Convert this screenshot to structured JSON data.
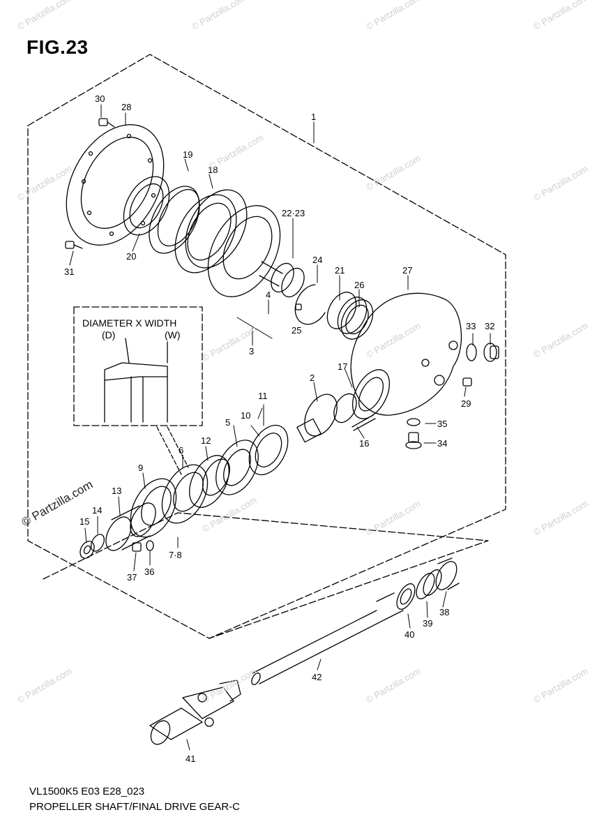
{
  "figure": {
    "title": "FIG.23",
    "code": "VL1500K5 E03 E28_023",
    "caption": "PROPELLER SHAFT/FINAL DRIVE GEAR-C"
  },
  "inset": {
    "label": "DIAMETER X WIDTH",
    "d_label": "(D)",
    "w_label": "(W)"
  },
  "watermark": {
    "text": "© Partzilla.com"
  },
  "callouts": [
    "1",
    "2",
    "3",
    "4",
    "5",
    "6",
    "7·8",
    "9",
    "10",
    "11",
    "12",
    "13",
    "14",
    "15",
    "16",
    "17",
    "18",
    "19",
    "20",
    "21",
    "22·23",
    "24",
    "25",
    "26",
    "27",
    "28",
    "29",
    "30",
    "31",
    "32",
    "33",
    "34",
    "35",
    "36",
    "37",
    "38",
    "39",
    "40",
    "41",
    "42"
  ]
}
